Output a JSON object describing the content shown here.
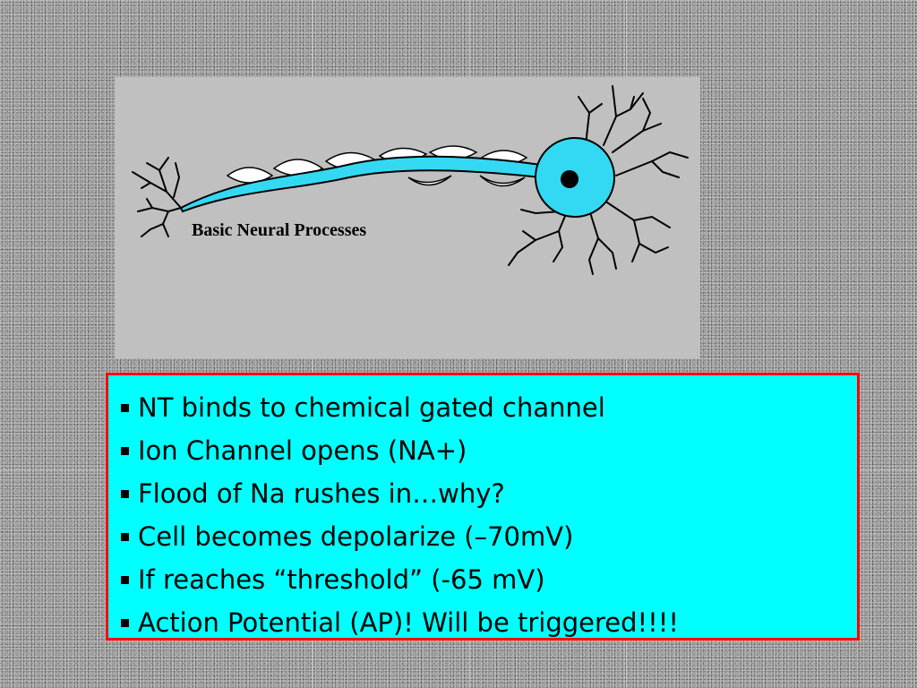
{
  "slide": {
    "figure": {
      "caption": "Basic Neural Processes",
      "colors": {
        "background": "#c0c0c0",
        "neuron": "#33d9f2",
        "myelin": "#ffffff",
        "nucleus": "#000000",
        "outline": "#000000"
      }
    },
    "bullets": [
      {
        "text": "NT binds to chemical gated channel"
      },
      {
        "text": "Ion Channel opens (NA+)"
      },
      {
        "text": "Flood of Na rushes in…why?"
      },
      {
        "text": "Cell becomes depolarize (–70mV)"
      },
      {
        "text": "If reaches “threshold” (-65 mV)"
      },
      {
        "text": "Action Potential (AP)! Will be triggered!!!!"
      }
    ],
    "box_colors": {
      "fill": "#00ffff",
      "border": "#ff0000"
    }
  }
}
